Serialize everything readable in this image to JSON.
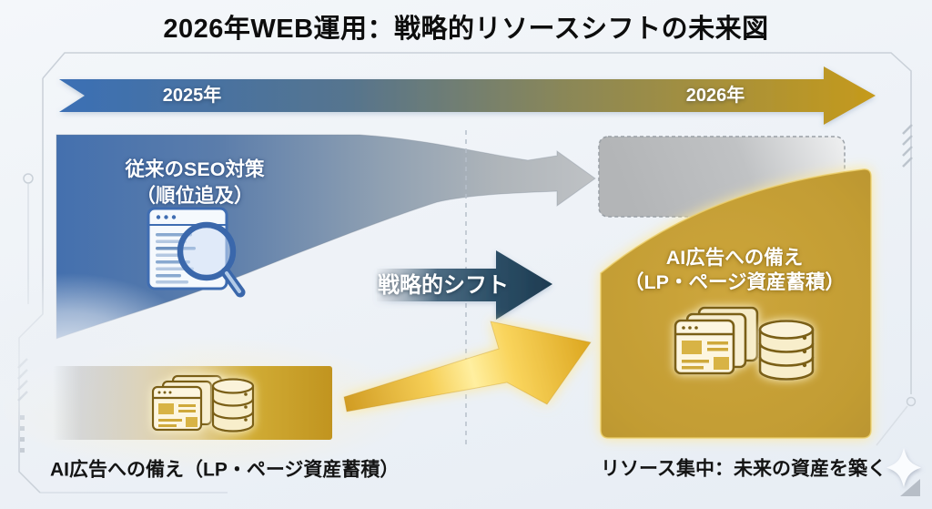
{
  "title": "2026年WEB運用：戦略的リソースシフトの未来図",
  "timeline": {
    "start_year": "2025年",
    "end_year": "2026年"
  },
  "seo_block": {
    "title": "従来のSEO対策",
    "subtitle": "（順位追及）"
  },
  "shift_arrow": {
    "label": "戦略的シフト"
  },
  "ai_block": {
    "title": "AI広告への備え",
    "subtitle": "（LP・ページ資産蓄積）"
  },
  "captions": {
    "bottom_left": "AI広告への備え（LP・ページ資産蓄積）",
    "bottom_right": "リソース集中：未来の資産を築く"
  },
  "icons": {
    "seo": "browser-search-icon",
    "assets": "pages-stack-icon",
    "storage": "database-icon",
    "decor": "sparkle-icon"
  },
  "colors": {
    "timeline_blue": "#3b70b5",
    "timeline_gold": "#c59a1c",
    "funnel_blue": "#4470ae",
    "fade_gray": "#bfc2c5",
    "shift_navy": "#1e3b51",
    "gold_block": "#c29c33",
    "placeholder_gray": "#c0c2c4",
    "background": "#eef2f7",
    "text_dark": "#111111",
    "text_light": "#ffffff"
  }
}
